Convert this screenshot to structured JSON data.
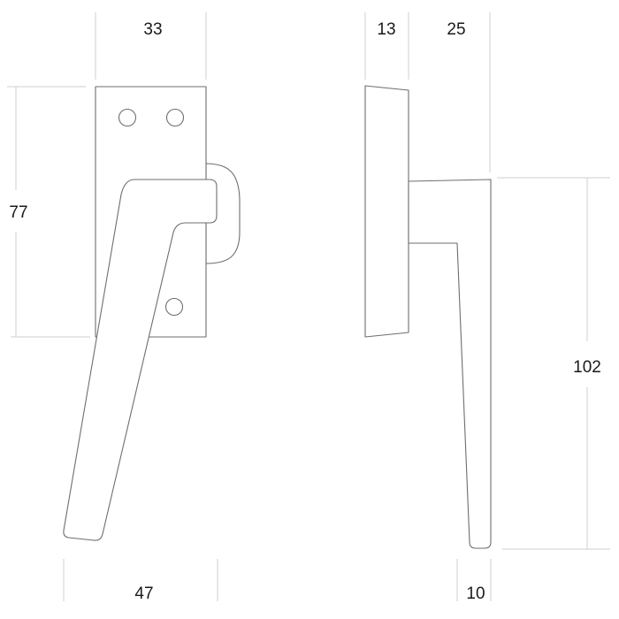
{
  "drawing": {
    "front_view": {
      "dimensions": {
        "plate_width": "33",
        "plate_height": "77",
        "handle_width": "47"
      }
    },
    "side_view": {
      "dimensions": {
        "plate_depth": "13",
        "handle_projection": "25",
        "handle_length": "102",
        "handle_tip_thickness": "10"
      }
    },
    "colors": {
      "outline": "#6e6e6e",
      "dimension_line": "#cfcfcf",
      "text": "#1a1a1a",
      "background": "#ffffff"
    }
  }
}
